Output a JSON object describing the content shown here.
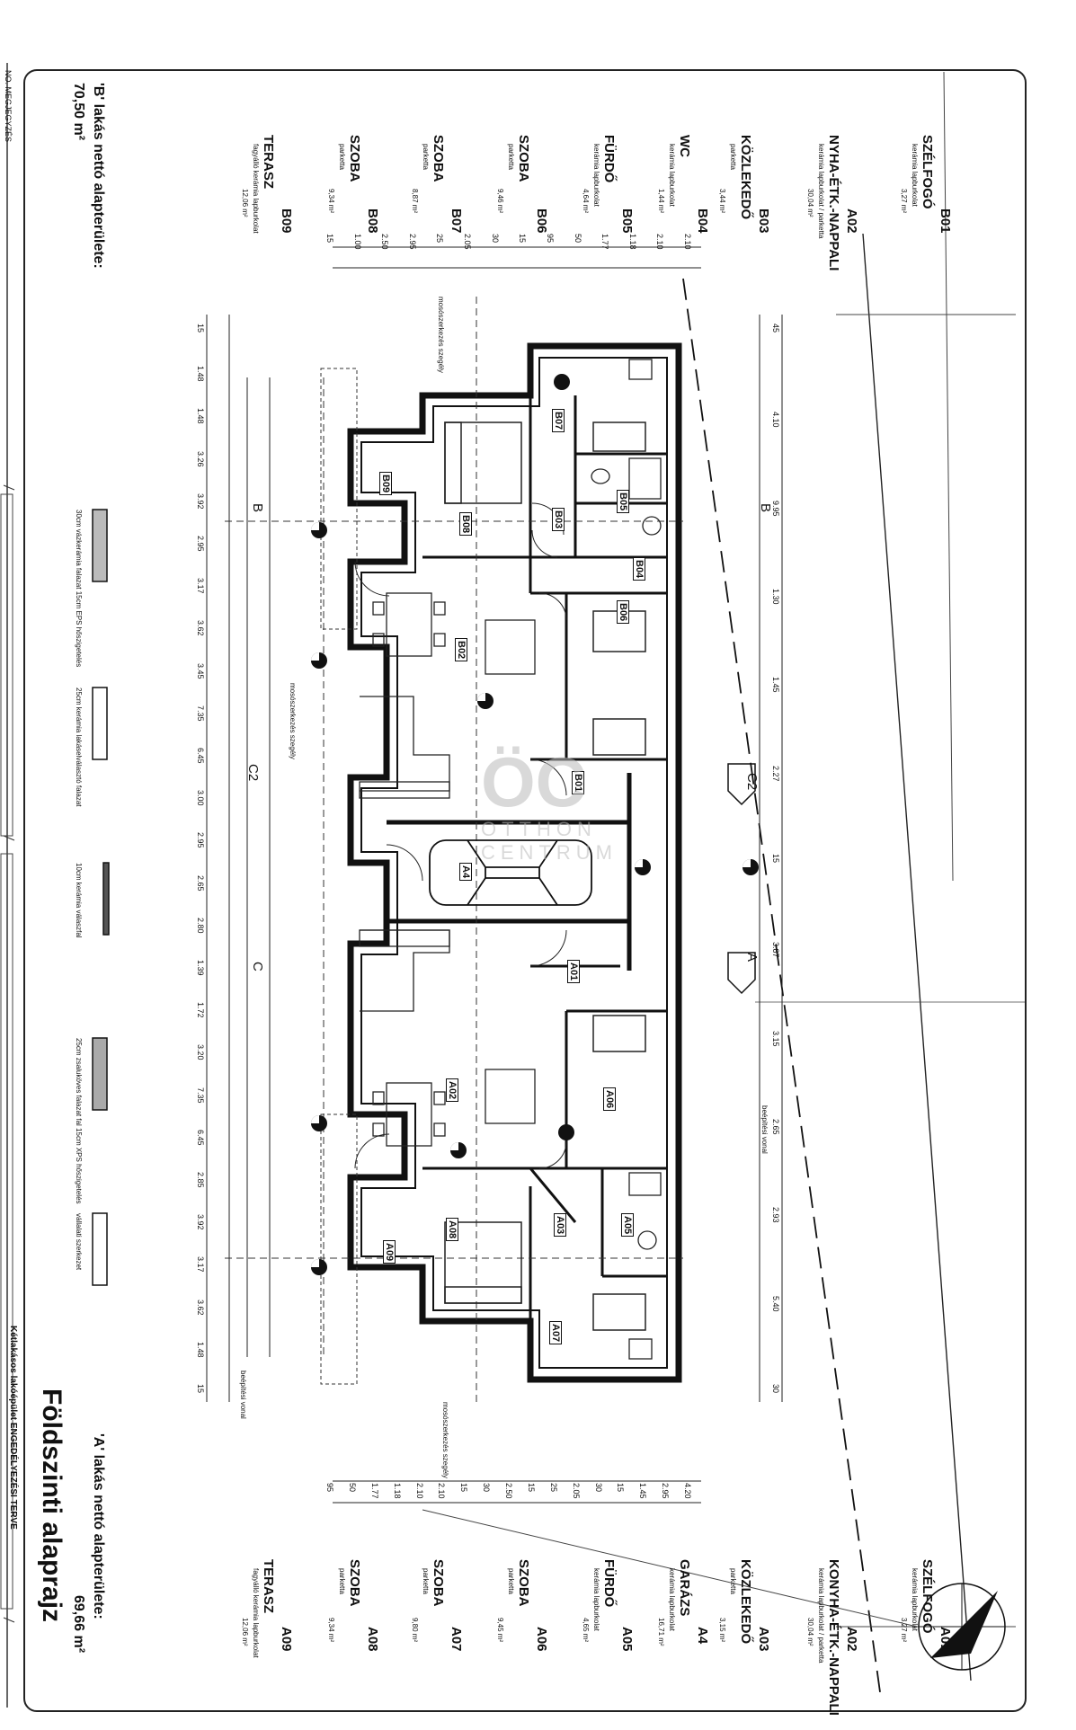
{
  "title": "Földszinti alaprajz",
  "header": {
    "left_note": "NO. MEGJEGYZÉS",
    "footer_note": "Kétlakásos lakóépület ENGEDÉLYEZÉSI TERVE"
  },
  "area_b": {
    "label": "'B' lakás nettó alapterülete:",
    "value": "70,50 m²"
  },
  "area_a": {
    "label": "'A' lakás nettó alapterülete:",
    "value": "69,66 m²"
  },
  "rooms_b": [
    {
      "code": "B01",
      "name": "SZÉLFOGÓ",
      "finish": "kerámia lapburkolat",
      "area": "3,27 m²"
    },
    {
      "code": "A02",
      "name": "NYHA-ÉTK.-NAPPALI",
      "finish": "kerámia lapburkolat / parketta",
      "area": "30,04 m²"
    },
    {
      "code": "B03",
      "name": "KÖZLEKEDŐ",
      "finish": "parketta",
      "area": "3,44 m²"
    },
    {
      "code": "B04",
      "name": "WC",
      "finish": "kerámia lapburkolat",
      "area": "1,44 m²"
    },
    {
      "code": "B05",
      "name": "FÜRDŐ",
      "finish": "kerámia lapburkolat",
      "area": "4,64 m²"
    },
    {
      "code": "B06",
      "name": "SZOBA",
      "finish": "parketta",
      "area": "9,46 m²"
    },
    {
      "code": "B07",
      "name": "SZOBA",
      "finish": "parketta",
      "area": "8,87 m²"
    },
    {
      "code": "B08",
      "name": "SZOBA",
      "finish": "parketta",
      "area": "9,34 m²"
    },
    {
      "code": "B09",
      "name": "TERASZ",
      "finish": "fagyálló kerámia lapburkolat",
      "area": "12,06 m²"
    }
  ],
  "rooms_a": [
    {
      "code": "A01",
      "name": "SZÉLFOGÓ",
      "finish": "kerámia lapburkolat",
      "area": "3,27 m²"
    },
    {
      "code": "A02",
      "name": "KONYHA-ÉTK.-NAPPALI",
      "finish": "kerámia lapburkolat / parketta",
      "area": "30,04 m²"
    },
    {
      "code": "A03",
      "name": "KÖZLEKEDŐ",
      "finish": "parketta",
      "area": "3,15 m²"
    },
    {
      "code": "A4",
      "name": "GARÁZS",
      "finish": "kerámia lapburkolat",
      "area": "16,71 m²"
    },
    {
      "code": "A05",
      "name": "FÜRDŐ",
      "finish": "kerámia lapburkolat",
      "area": "4,65 m²"
    },
    {
      "code": "A06",
      "name": "SZOBA",
      "finish": "parketta",
      "area": "9,45 m²"
    },
    {
      "code": "A07",
      "name": "SZOBA",
      "finish": "parketta",
      "area": "9,80 m²"
    },
    {
      "code": "A08",
      "name": "SZOBA",
      "finish": "parketta",
      "area": "9,34 m²"
    },
    {
      "code": "A09",
      "name": "TERASZ",
      "finish": "fagyálló kerámia lapburkolat",
      "area": "12,06 m²"
    }
  ],
  "legend": [
    {
      "text": "30cm vázkerámia falazat 15cm EPS hőszigetelés"
    },
    {
      "text": "25cm kerámia lakáselválasztó falazat"
    },
    {
      "text": "10cm kerámia válaszfal"
    },
    {
      "text": "25cm zsaluköves falazat fal 15cm XPS hőszigetelés"
    },
    {
      "text": "vállalati szerkezet"
    }
  ],
  "plan_labels": {
    "room_tags": [
      "B07",
      "B05",
      "B03",
      "B04",
      "B09",
      "B08",
      "B06",
      "B02",
      "B01",
      "A4",
      "A01",
      "A02",
      "A06",
      "A03",
      "A05",
      "A08",
      "A09",
      "A07"
    ],
    "section_marks": [
      "B",
      "B",
      "C2",
      "C2",
      "C",
      "A"
    ],
    "notes": [
      "mosószerkezés szegély",
      "mosószerkezés szegély",
      "mosószerkezés szegély",
      "beépítési vonal",
      "beépítési vonal"
    ]
  },
  "dims_left": [
    "15",
    "1.48",
    "1.48",
    "3.26",
    "3.92",
    "2.95",
    "3.17",
    "3.62",
    "3.45",
    "7.35",
    "6.45",
    "3.00",
    "2.95",
    "2.65",
    "2.80",
    "1.39",
    "1.72",
    "3.20",
    "7.35",
    "6.45",
    "2.85",
    "3.92",
    "3.17",
    "3.62",
    "1.48",
    "15"
  ],
  "dims_right": [
    "45",
    "4.10",
    "9.95",
    "1.30",
    "1.45",
    "2.27",
    "15",
    "3.87",
    "3.15",
    "2.65",
    "2.93",
    "5.40",
    "30"
  ],
  "dims_top": [
    "15",
    "1.00",
    "2.50",
    "2.95",
    "25",
    "2.05",
    "30",
    "15",
    "95",
    "50",
    "1.77",
    "1.18",
    "2.10",
    "2.10"
  ],
  "dims_bottom": [
    "95",
    "50",
    "1.77",
    "1.18",
    "2.10",
    "2.10",
    "15",
    "30",
    "2.50",
    "15",
    "25",
    "2.05",
    "30",
    "15",
    "1.45",
    "2.95",
    "4.20"
  ],
  "watermark": {
    "line1": "ÖC",
    "line2": "OTTHON",
    "line3": "CENTRUM"
  }
}
